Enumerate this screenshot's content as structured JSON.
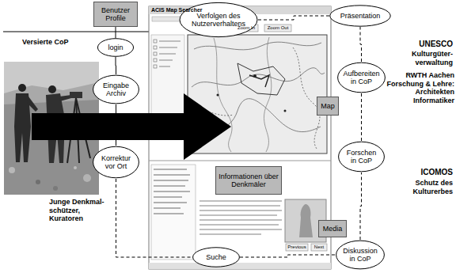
{
  "diagram": {
    "nodes": [
      {
        "text": [
          "Benutzer Profile"
        ]
      },
      {
        "text": [
          "Verfolgen des Nutzerverhaltens"
        ]
      },
      {
        "text": [
          "Präsentation"
        ]
      },
      {
        "text": [
          "login"
        ]
      },
      {
        "text": [
          "Eingabe Archiv"
        ]
      },
      {
        "text": [
          "Aufbereiten in CoP"
        ]
      },
      {
        "text": [
          "Map"
        ]
      },
      {
        "text": [
          "Forschen in CoP"
        ]
      },
      {
        "text": [
          "Korrektur vor Ort"
        ]
      },
      {
        "text": [
          "Informationen über Denkmäler"
        ]
      },
      {
        "text": [
          "Media"
        ]
      },
      {
        "text": [
          "Suche"
        ]
      },
      {
        "text": [
          "Diskussion in CoP"
        ]
      }
    ],
    "edges": [
      {
        "from": 0,
        "to": 3,
        "arrow": "none"
      },
      {
        "from": 3,
        "to": 4,
        "arrow": "none"
      },
      {
        "from": 4,
        "to": 8,
        "arrow": "none"
      },
      {
        "from": 8,
        "to": 11,
        "arrow": "none"
      },
      {
        "from": 11,
        "to": 12,
        "arrow": "none"
      },
      {
        "from": 12,
        "to": 7,
        "arrow": "none"
      },
      {
        "from": 7,
        "to": 5,
        "arrow": "none"
      },
      {
        "from": 5,
        "to": 2,
        "arrow": "none"
      },
      {
        "from": 2,
        "to": 1,
        "arrow": "none"
      }
    ],
    "labels": [
      "Versierte CoP",
      "UNESCO",
      "Kulturgüter- verwaltung",
      "RWTH Aachen Forschung & Lehre: Architekten Informatiker",
      "ICOMOS",
      "Schutz des Kulturerbes",
      "Junge Denkmal- schützer, Kuratoren",
      "ACIS Map Searcher",
      "Zoom In",
      "Zoom Out",
      "Previous",
      "Next"
    ]
  }
}
